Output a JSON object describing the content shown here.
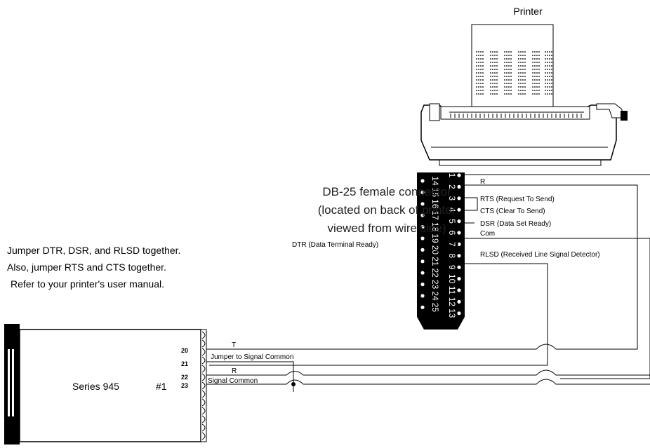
{
  "printer": {
    "label": "Printer"
  },
  "connector": {
    "title_line1": "DB-25 female connector",
    "title_line2": "(located on back of printer",
    "title_line3": "viewed from wire side)",
    "pins_row_top": [
      "1",
      "2",
      "3",
      "4",
      "5",
      "6",
      "7",
      "8",
      "9",
      "10",
      "11",
      "12",
      "13"
    ],
    "pins_row_bottom": [
      "14",
      "15",
      "16",
      "17",
      "18",
      "19",
      "20",
      "21",
      "22",
      "23",
      "24",
      "25"
    ]
  },
  "signals": {
    "r": "R",
    "rts": "RTS (Request To Send)",
    "cts": "CTS (Clear To Send)",
    "dsr": "DSR (Data Set Ready)",
    "com": "Com",
    "dtr": "DTR (Data Terminal Ready)",
    "rlsd": "RLSD (Received Line Signal Detector)"
  },
  "instructions": {
    "line1": "Jumper DTR, DSR, and RLSD together.",
    "line2": "Also, jumper RTS and CTS together.",
    "line3": "Refer to your printer's user manual."
  },
  "controller": {
    "name": "Series 945",
    "unit": "#1",
    "terminals": [
      "20",
      "21",
      "22",
      "23"
    ]
  },
  "wires": {
    "t": "T",
    "jumper": "Jumper to Signal Common",
    "r": "R",
    "signal_common": "Signal Common"
  }
}
